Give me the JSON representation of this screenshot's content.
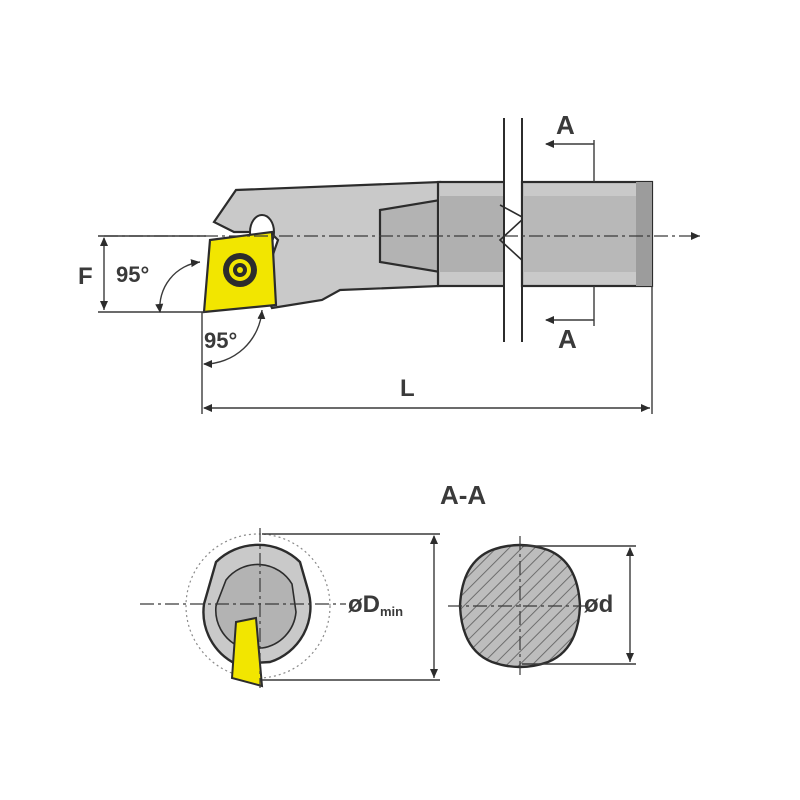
{
  "labels": {
    "section_top": "A",
    "section_bottom": "A",
    "offset": "F",
    "angle_upper": "95°",
    "angle_lower": "95°",
    "length": "L",
    "section_title": "A-A",
    "min_bore": "øD",
    "min_bore_sub": "min",
    "shank_dia": "ød"
  },
  "colors": {
    "body": "#c9c9c9",
    "body_dark": "#9c9c9c",
    "insert": "#f2e600",
    "line": "#2c2c2c",
    "hatch": "#6e6e6e"
  },
  "icons": {
    "screw": "torx-screw-icon"
  }
}
